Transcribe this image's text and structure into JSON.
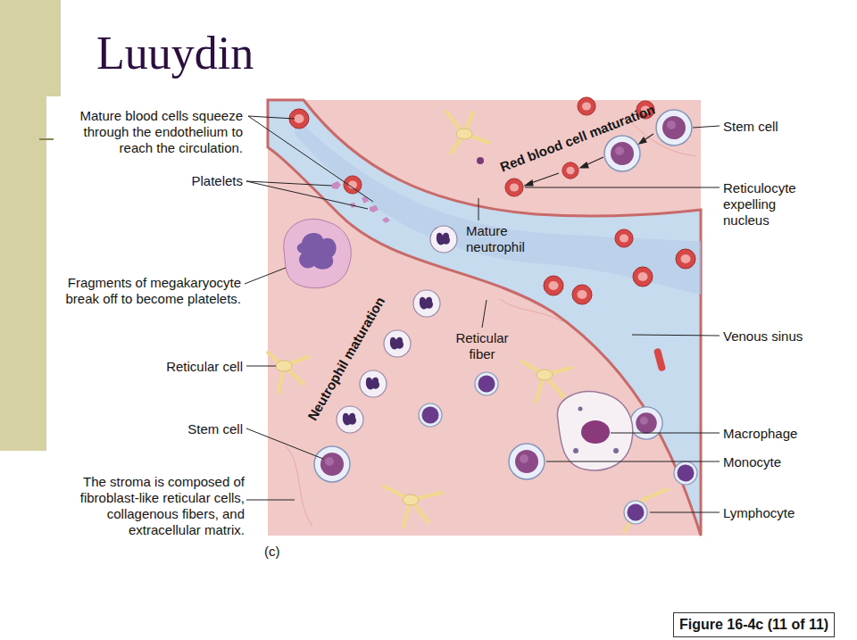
{
  "diagram": {
    "title": "Luuydin",
    "caption": "Figure 16-4c (11 of 11)",
    "labels": [
      "Mature blood cells squeeze through the endothelium to reach the circulation.",
      "Stem cell",
      "Red blood cell maturation",
      "Platelets",
      "Reticulocyte expelling nucleus",
      "Mature neutrophil",
      "Fragments of megakaryocyte break off to become platelets.",
      "Neutrophil maturation",
      "Reticular fiber",
      "Reticular cell",
      "Venous sinus",
      "Stem cell",
      "Macrophage",
      "Monocyte",
      "The stroma is composed of fibroblast-like reticular cells, collagenous fibers, and extracellular matrix.",
      "Lymphocyte",
      "(c)"
    ]
  }
}
